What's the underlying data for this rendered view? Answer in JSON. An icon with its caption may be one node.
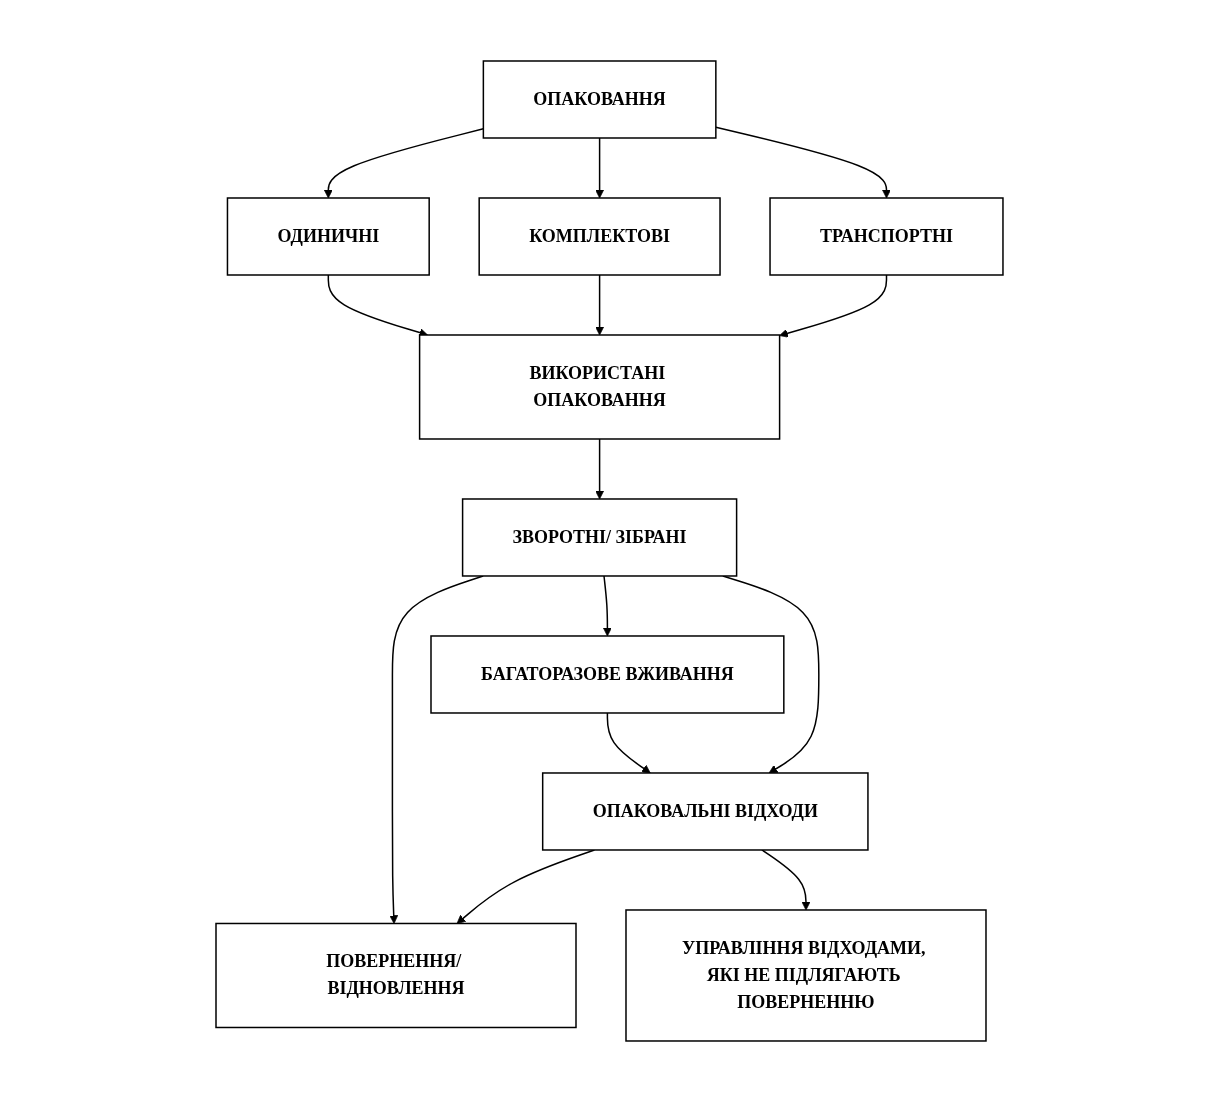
{
  "diagram": {
    "nodes": [
      {
        "text": [
          "ОПАКОВАННЯ"
        ]
      },
      {
        "text": [
          "ОДИНИЧНІ"
        ]
      },
      {
        "text": [
          "КОМПЛЕКТОВІ"
        ]
      },
      {
        "text": [
          "ТРАНСПОРТНІ"
        ]
      },
      {
        "text": [
          "ВИКОРИСТАНІ ОПАКОВАННЯ"
        ]
      },
      {
        "text": [
          "БАГАТОРАЗОВЕ ВЖИВАННЯ"
        ]
      },
      {
        "text": [
          "ЗВОРОТНІ/ ЗІБРАНІ"
        ]
      },
      {
        "text": [
          "ОПАКОВАЛЬНІ ВІДХОДИ"
        ]
      },
      {
        "text": [
          "ПОВЕРНЕННЯ/ ВІДНОВЛЕННЯ"
        ]
      },
      {
        "text": [
          "УПРАВЛІННЯ ВІДХОДАМИ, ЯКІ НЕ ПІДЛЯГАЮТЬ ПОВЕРНЕННЮ"
        ]
      }
    ],
    "edges": [
      {
        "from": 0,
        "to": 1,
        "arrow": "to"
      },
      {
        "from": 0,
        "to": 2,
        "arrow": "to"
      },
      {
        "from": 0,
        "to": 3,
        "arrow": "to"
      },
      {
        "from": 1,
        "to": 4,
        "arrow": "to"
      },
      {
        "from": 2,
        "to": 4,
        "arrow": "to"
      },
      {
        "from": 3,
        "to": 4,
        "arrow": "to"
      },
      {
        "from": 4,
        "to": 6,
        "arrow": "to"
      },
      {
        "from": 6,
        "to": 5,
        "arrow": "to"
      },
      {
        "from": 5,
        "to": 7,
        "arrow": "to"
      },
      {
        "from": 6,
        "to": 7,
        "arrow": "to"
      },
      {
        "from": 6,
        "to": 8,
        "arrow": "to"
      },
      {
        "from": 7,
        "to": 8,
        "arrow": "to"
      },
      {
        "from": 7,
        "to": 9,
        "arrow": "to"
      }
    ]
  }
}
